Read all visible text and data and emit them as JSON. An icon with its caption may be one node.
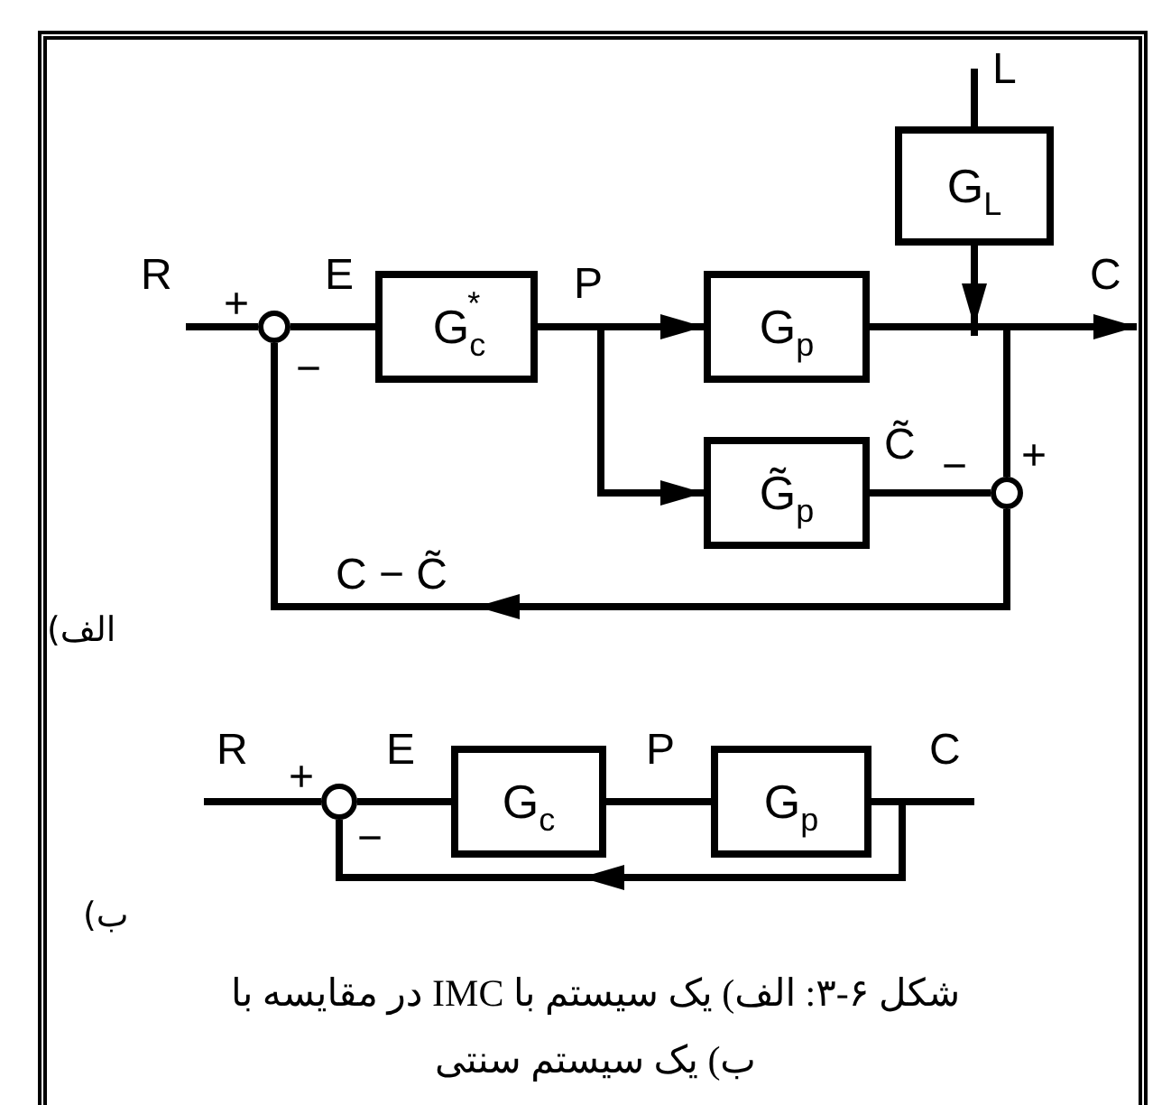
{
  "diagram": {
    "caption": "شکل ۶-۳: الف) یک سیستم با IMC در مقایسه با ب) یک سیستم سنتی",
    "nodes": [
      {
        "text": [],
        "shape": "circle"
      },
      {
        "text": [
          "G$_{c}$$^{*}$"
        ]
      },
      {
        "text": [
          "G$_{p}$"
        ]
      },
      {
        "text": [
          "G$_{L}$"
        ]
      },
      {
        "text": [
          "G̃$_{p}$"
        ]
      },
      {
        "text": [],
        "shape": "circle"
      },
      {
        "text": [],
        "shape": "circle"
      },
      {
        "text": [
          "G$_{c}$"
        ]
      },
      {
        "text": [
          "G$_{p}$"
        ]
      }
    ],
    "edges": [
      {
        "from": null,
        "to": 0,
        "arrow": "none",
        "label": "R"
      },
      {
        "from": 0,
        "to": 1,
        "arrow": "none",
        "label": "E"
      },
      {
        "from": 1,
        "to": 2,
        "arrow": "to",
        "label": "P"
      },
      {
        "from": 1,
        "to": 4,
        "arrow": "to"
      },
      {
        "from": 2,
        "to": null,
        "arrow": "to",
        "label": "C"
      },
      {
        "from": null,
        "to": 3,
        "arrow": "none",
        "label": "L"
      },
      {
        "from": 3,
        "to": null,
        "arrow": "to"
      },
      {
        "from": 2,
        "to": 5,
        "arrow": "none"
      },
      {
        "from": 4,
        "to": 5,
        "arrow": "none",
        "label": "C̃"
      },
      {
        "from": 5,
        "to": 0,
        "arrow": "to",
        "label": "C − C̃"
      },
      {
        "from": null,
        "to": 6,
        "arrow": "none",
        "label": "R"
      },
      {
        "from": 6,
        "to": 7,
        "arrow": "none",
        "label": "E"
      },
      {
        "from": 7,
        "to": 8,
        "arrow": "none",
        "label": "P"
      },
      {
        "from": 8,
        "to": null,
        "arrow": "none",
        "label": "C"
      },
      {
        "from": 8,
        "to": 6,
        "arrow": "to"
      }
    ],
    "labels": [
      "+",
      "−",
      "−",
      "+",
      "الف)",
      "+",
      "−",
      "ب)"
    ]
  }
}
